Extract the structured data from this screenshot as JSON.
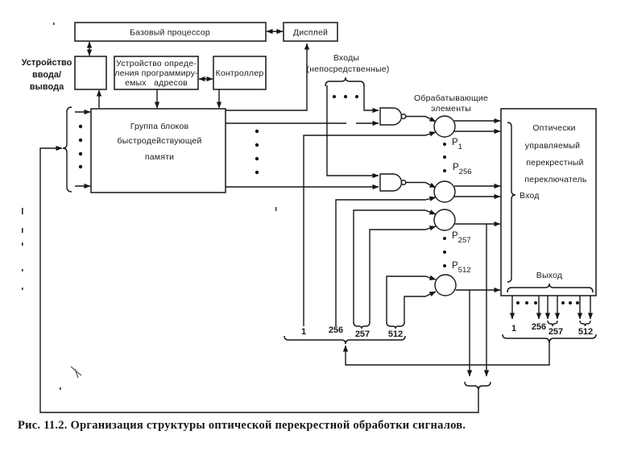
{
  "figure": {
    "caption": "Рис. 11.2. Организация структуры оптической перекрестной обработки сигналов."
  },
  "blocks": {
    "base_processor": "Базовый процессор",
    "display": "Дисплей",
    "io_device": [
      "Устройство",
      "ввода/",
      "вывода"
    ],
    "address_unit": [
      "Устройство опреде-",
      "ления программиру-",
      "емых   адресов"
    ],
    "controller": "Контроллер",
    "memory": [
      "Группа блоков",
      "быстродействующей",
      "памяти"
    ],
    "optical_switch": [
      "Оптически",
      "управляемый",
      "перекрестный",
      "переключатель"
    ]
  },
  "direct_inputs_label": [
    "Входы",
    "(непосредственные)"
  ],
  "processing_elements_label": [
    "Обрабатывающие",
    "элементы"
  ],
  "processing_elements": [
    {
      "symbol": "P",
      "index": "1"
    },
    {
      "symbol": "P",
      "index": "256"
    },
    {
      "symbol": "P",
      "index": "257"
    },
    {
      "symbol": "P",
      "index": "512"
    }
  ],
  "switch_ports": {
    "input_label": "Вход",
    "output_label": "Выход"
  },
  "bus_labels_left": [
    "1",
    "256",
    "257",
    "512"
  ],
  "bus_labels_right": [
    "1",
    "256",
    "257",
    "512"
  ]
}
